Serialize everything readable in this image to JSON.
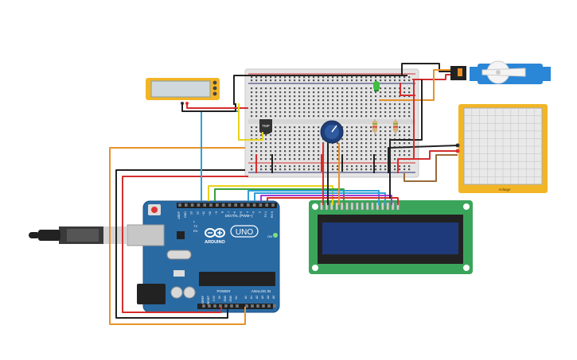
{
  "arduino": {
    "brand": "ARDUINO",
    "model": "UNO",
    "digital_label": "DIGITAL (PWM~)",
    "power_label": "POWER",
    "analog_label": "ANALOG IN",
    "tx_label": "TX",
    "rx_label": "RX",
    "l_label": "L",
    "on_label": "ON",
    "board_color": "#2a6aa3",
    "digital_pins": [
      "AREF",
      "GND",
      "13",
      "12",
      "~11",
      "~10",
      "~9",
      "8",
      "7",
      "~6",
      "~5",
      "4",
      "~3",
      "2",
      "TX 1",
      "RX 0"
    ],
    "power_pins": [
      "IOREF",
      "RESET",
      "3.3V",
      "5V",
      "GND",
      "GND",
      "Vin"
    ],
    "analog_pins": [
      "A0",
      "A1",
      "A2",
      "A3",
      "A4",
      "A5"
    ]
  },
  "temp_sensor": {
    "label": "TMP"
  },
  "oscilloscope": {
    "label": "Voltage"
  },
  "colors": {
    "wire_orange": "#e8922a",
    "wire_red": "#d42d2d",
    "wire_black": "#222222",
    "wire_blue": "#2ea1d6",
    "wire_yellow": "#e8d21a",
    "wire_green": "#3aa23a",
    "wire_purple": "#a23ad6",
    "wire_brown": "#9a6a3a",
    "lcd_board": "#3aa55a",
    "lcd_screen": "#1f3a7a",
    "servo": "#2a86d6",
    "led": "#3fbf3f",
    "pot_knob": "#1f3f7a",
    "gauge_frame": "#f2b526"
  }
}
